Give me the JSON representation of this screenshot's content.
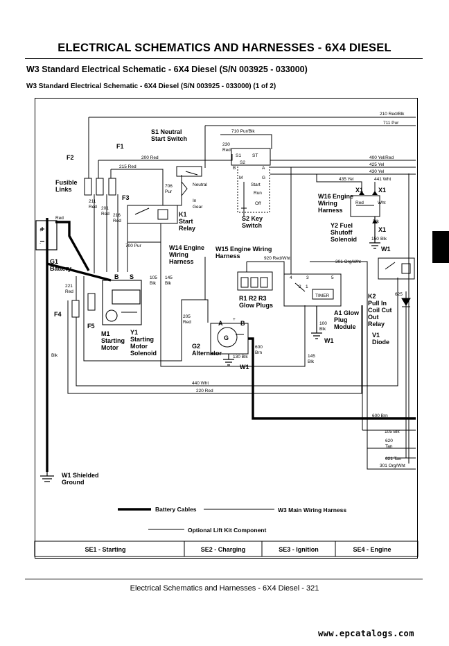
{
  "page_title": "ELECTRICAL   SCHEMATICS AND HARNESSES - 6X4 DIESEL",
  "section_title": "W3 Standard Electrical Schematic - 6X4 Diesel (S/N 003925 - 033000)",
  "figure_title": "W3 Standard Electrical Schematic - 6X4 Diesel (S/N 003925 - 033000) (1 of 2)",
  "components": {
    "f1": "F1",
    "f2": "F2",
    "fusible_links": [
      "Fusible",
      "Links"
    ],
    "f3": "F3",
    "s1": [
      "S1 Neutral",
      "Start Switch"
    ],
    "s2_id": "S2",
    "s2": [
      "S2 Key",
      "Switch"
    ],
    "k1": [
      "K1",
      "Start",
      "Relay"
    ],
    "g1": [
      "G1",
      "Battery"
    ],
    "m1": [
      "M1",
      "Starting",
      "Motor"
    ],
    "y1": [
      "Y1",
      "Starting",
      "Motor",
      "Solenoid"
    ],
    "f4": "F4",
    "f5": "F5",
    "w14": [
      "W14 Engine",
      "Wiring",
      "Harness"
    ],
    "w15": [
      "W15 Engine Wiring",
      "Harness"
    ],
    "r": [
      "R1 R2 R3",
      "Glow Plugs"
    ],
    "w16": [
      "W16 Engine",
      "Wiring",
      "Harness"
    ],
    "y2": [
      "Y2 Fuel",
      "Shutoff",
      "Solenoid"
    ],
    "x1a": "X1",
    "x1b": "X1",
    "x1c": "X1",
    "w1a": "W1",
    "w1b": "W1",
    "w1c": "W1",
    "a1": [
      "A1 Glow",
      "Plug",
      "Module"
    ],
    "timer": "TIMER",
    "k2": [
      "K2",
      "Pull In",
      "Coil Cut",
      "Out",
      "Relay"
    ],
    "v1": [
      "V1",
      "Diode"
    ],
    "g2": [
      "G2",
      "Alternator"
    ],
    "g2_letter": "G",
    "w1_shielded": [
      "W1 Shielded",
      "Ground"
    ]
  },
  "switch_positions": {
    "neutral": "Neutral",
    "in_gear": [
      "In",
      "Gear"
    ],
    "st": "ST",
    "s1": "S1",
    "s2": "S2",
    "b": "B",
    "a": "A",
    "m": "M",
    "g": "G",
    "start": "Start",
    "run": "Run",
    "off": "Off"
  },
  "terminals": {
    "b": "B",
    "s": "S",
    "a": "A",
    "b2": "B",
    "plus": "+",
    "minus": "-",
    "t4": "4",
    "t3": "3",
    "t5": "5",
    "t2": "2",
    "t1": "1"
  },
  "wire_labels": {
    "w210": "210 Red/Blk",
    "w711": "711 Pur",
    "w710": "710 Pur/Blk",
    "w230": [
      "230",
      "Red"
    ],
    "w200": "200 Red",
    "w215": "215 Red",
    "w400": "400 Yel/Red",
    "w425": "425 Yel",
    "w430": "430 Yel",
    "w435": "435 Yel",
    "w441": "441 Wht",
    "w706": [
      "706",
      "Pur"
    ],
    "w211": [
      "211",
      "Red"
    ],
    "w201": [
      "201",
      "Red"
    ],
    "w216": [
      "216",
      "Red"
    ],
    "w_red_batt": "Red",
    "w700": "700 Pur",
    "w920": "920 Red/Wht",
    "w301a": "301 Org/Wht",
    "w_red_y2": "Red",
    "w_wht_y2": "Wht",
    "w150": [
      "150",
      "Blk"
    ],
    "w105": [
      "105",
      "Blk"
    ],
    "w145a": [
      "145",
      "Blk"
    ],
    "w221": [
      "221",
      "Red"
    ],
    "w205": [
      "205",
      "Red"
    ],
    "w100": [
      "100",
      "Blk"
    ],
    "w625": "625",
    "w_blk": "Blk",
    "w600a": [
      "600",
      "Brn"
    ],
    "w130": "130 Blk",
    "w145b": [
      "145",
      "Blk"
    ],
    "w440": "440 Wht",
    "w220": "220 Red",
    "w600b": "600 Brn",
    "w105b": "105 Blk",
    "w620": [
      "620",
      "Tan"
    ],
    "w621": "621 Tan",
    "w301b": "301 Org/Wht"
  },
  "legend": {
    "battery_cables": "Battery Cables",
    "w3_main": "W3 Main Wiring Harness",
    "optional": "Optional Lift Kit Component"
  },
  "sections": [
    "SE1 - Starting",
    "SE2 - Charging",
    "SE3 - Ignition",
    "SE4 - Engine"
  ],
  "footer": "Electrical   Schematics and Harnesses - 6X4 Diesel  - 321",
  "website": "www.epcatalogs.com"
}
